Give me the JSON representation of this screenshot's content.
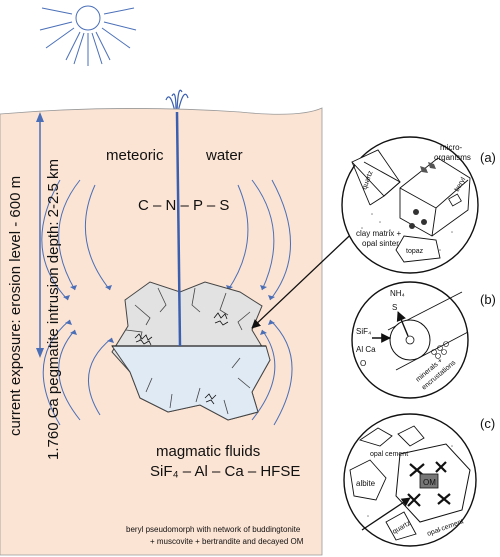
{
  "main": {
    "meteoric": "meteoric",
    "water": "water",
    "elements": "C – N – P – S",
    "depth_label": "1.760 Ga  pegmatite intrusion depth: 2-2.5 km",
    "erosion_label": "current exposure: erosion level - 600 m",
    "magmatic": "magmatic fluids",
    "magmatic_elements": "SiF₄ – Al – Ca – HFSE"
  },
  "panel_a": {
    "letter": "(a)",
    "micro1": "micro-",
    "micro2": "organisms",
    "quartz": "quartz",
    "beryl": "beryl",
    "clay1": "clay matrix +",
    "clay2": "opal sinter",
    "topaz": "topaz"
  },
  "panel_b": {
    "letter": "(b)",
    "nh4": "NH₄",
    "s": "S",
    "sif4": "SiF₄",
    "alca": "Al Ca",
    "o": "O",
    "minerals1": "minerals +",
    "minerals2": "encrustations"
  },
  "panel_c": {
    "letter": "(c)",
    "opal1": "opal cement",
    "albite": "albite",
    "om": "OM",
    "quartz": "quartz",
    "opal2": "opal cement",
    "caption1": "beryl pseudomorph with network of  buddingtonite",
    "caption2": "+ muscovite + bertrandite and decayed OM"
  },
  "colors": {
    "ground": "#fce4d4",
    "cavity": "#e2e2e2",
    "fluid": "#dfeaf5",
    "arrow": "#4a6fb8",
    "channel": "#3b5fb0"
  }
}
